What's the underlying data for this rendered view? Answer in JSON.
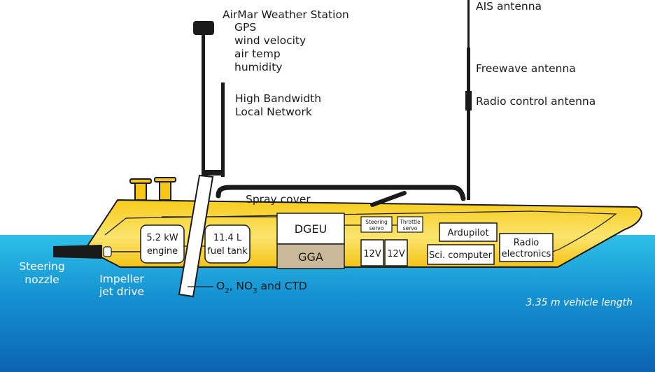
{
  "labels": {
    "airmar_title": "AirMar Weather Station",
    "airmar_items": [
      "GPS",
      "wind velocity",
      "air temp",
      "humidity"
    ],
    "network_line1": "High Bandwidth",
    "network_line2": "Local Network",
    "ais_antenna": "AIS antenna",
    "freewave_antenna": "Freewave antenna",
    "radio_control_antenna": "Radio control antenna",
    "spray_cover": "Spray cover",
    "steering_nozzle_line1": "Steering",
    "steering_nozzle_line2": "nozzle",
    "impeller_line1": "Impeller",
    "impeller_line2": "jet drive",
    "sensors_o": "O",
    "sensors_o_sub": "2",
    "sensors_mid": ", NO",
    "sensors_no_sub": "3",
    "sensors_end": " and CTD",
    "vehicle_length": "3.35 m vehicle length"
  },
  "components": {
    "engine_line1": "5.2 kW",
    "engine_line2": "engine",
    "fuel_line1": "11.4 L",
    "fuel_line2": "fuel tank",
    "dgeu": "DGEU",
    "gga": "GGA",
    "steering_servo_line1": "Steering",
    "steering_servo_line2": "servo",
    "throttle_servo_line1": "Throttle",
    "throttle_servo_line2": "servo",
    "battery_1": "12V",
    "battery_2": "12V",
    "ardupilot": "Ardupilot",
    "sci_computer": "Sci. computer",
    "radio_line1": "Radio",
    "radio_line2": "electronics"
  },
  "colors": {
    "hull": "#f6c613",
    "hull_light": "#fbe36a",
    "water_top": "#2fc0e8",
    "water_bottom": "#0c63b0",
    "gga_fill": "#c9b99a",
    "outline": "#1a1a1a",
    "label_blue": "#2a9fd6"
  }
}
